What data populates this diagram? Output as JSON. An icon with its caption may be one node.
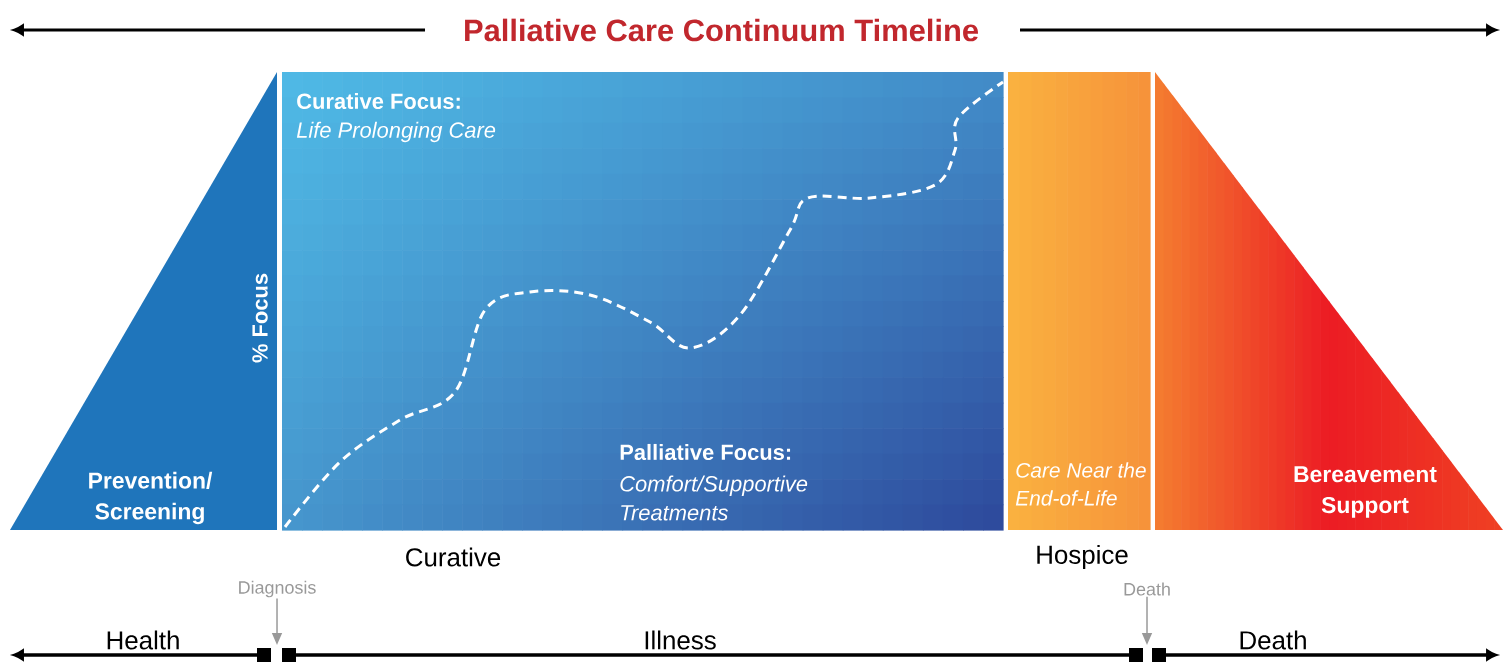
{
  "diagram": {
    "title": "Palliative Care Continuum Timeline",
    "nodes": [
      {
        "text": [
          "Prevention/ Screening"
        ]
      },
      {
        "text": [
          "Curative Focus:",
          "Life Prolonging Care",
          "Palliative Focus:",
          "Comfort/Supportive Treatments"
        ]
      },
      {
        "text": [
          "Care Near the End-of-Life"
        ]
      },
      {
        "text": [
          "Bereavement Support"
        ]
      },
      {
        "text": [
          "Diagnosis"
        ]
      },
      {
        "text": [
          "Death"
        ]
      }
    ],
    "edges": [
      {
        "from": 4,
        "to": null,
        "arrow": "to"
      },
      {
        "from": 5,
        "to": null,
        "arrow": "to"
      }
    ],
    "labels": [
      "% Focus",
      "Curative",
      "Hospice",
      "Health",
      "Illness",
      "Death"
    ]
  }
}
